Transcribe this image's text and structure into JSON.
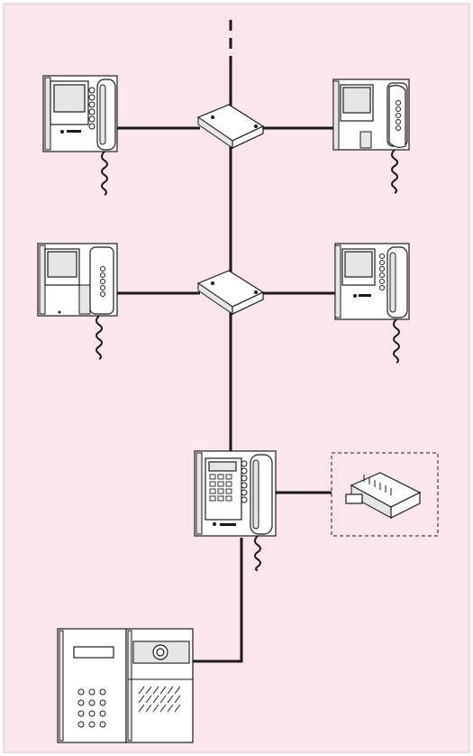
{
  "diagram": {
    "background_color": "#fbe6ee",
    "line_color": "#1a1a1a",
    "device_fill": "#ffffff",
    "device_shade": "#e6e6e6",
    "nodes": [
      {
        "id": "monitor-top-left",
        "icon": "video-intercom-monitor-icon"
      },
      {
        "id": "monitor-top-right",
        "icon": "video-intercom-monitor-icon"
      },
      {
        "id": "distributor-top",
        "icon": "video-distributor-box-icon"
      },
      {
        "id": "monitor-mid-left",
        "icon": "video-intercom-monitor-icon"
      },
      {
        "id": "monitor-mid-right",
        "icon": "video-intercom-monitor-icon"
      },
      {
        "id": "distributor-mid",
        "icon": "video-distributor-box-icon"
      },
      {
        "id": "concierge-station",
        "icon": "concierge-switchboard-icon"
      },
      {
        "id": "power-supply",
        "icon": "din-rail-power-supply-icon"
      },
      {
        "id": "entrance-panel",
        "icon": "door-entry-panel-icon"
      }
    ],
    "edges": [
      [
        "distributor-top",
        "monitor-top-left"
      ],
      [
        "distributor-top",
        "monitor-top-right"
      ],
      [
        "distributor-top",
        "distributor-mid"
      ],
      [
        "distributor-mid",
        "monitor-mid-left"
      ],
      [
        "distributor-mid",
        "monitor-mid-right"
      ],
      [
        "distributor-mid",
        "concierge-station"
      ],
      [
        "concierge-station",
        "power-supply"
      ],
      [
        "concierge-station",
        "entrance-panel"
      ]
    ]
  }
}
